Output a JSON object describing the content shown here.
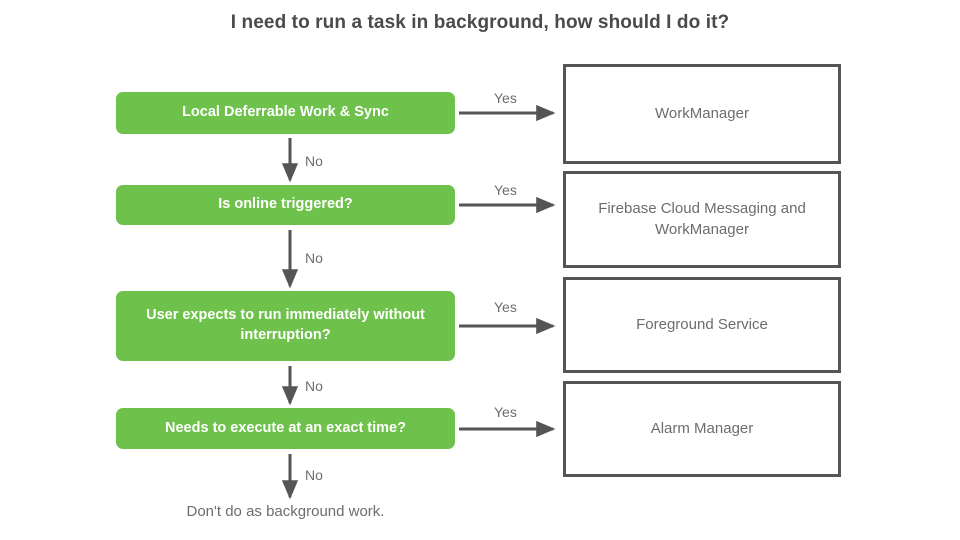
{
  "title": "I need to run a task in background, how should I do it?",
  "colors": {
    "decision_fill": "#6ec24c",
    "decision_text": "#ffffff",
    "outcome_border": "#555555",
    "outcome_text": "#6d6d6d",
    "arrow": "#555555",
    "title_text": "#4a4a4a",
    "background": "#ffffff"
  },
  "chart_data": {
    "type": "diagram",
    "diagram_kind": "decision-flowchart",
    "title": "I need to run a task in background, how should I do it?",
    "nodes": [
      {
        "id": "d1",
        "kind": "decision",
        "label": "Local Deferrable Work & Sync"
      },
      {
        "id": "d2",
        "kind": "decision",
        "label": "Is online triggered?"
      },
      {
        "id": "d3",
        "kind": "decision",
        "label": "User expects to run immediately without interruption?"
      },
      {
        "id": "d4",
        "kind": "decision",
        "label": "Needs to execute at an exact time?"
      },
      {
        "id": "o1",
        "kind": "outcome",
        "label": "WorkManager"
      },
      {
        "id": "o2",
        "kind": "outcome",
        "label": "Firebase Cloud Messaging and WorkManager"
      },
      {
        "id": "o3",
        "kind": "outcome",
        "label": "Foreground Service"
      },
      {
        "id": "o4",
        "kind": "outcome",
        "label": "Alarm Manager"
      },
      {
        "id": "t1",
        "kind": "terminal",
        "label": "Don't do as background work."
      }
    ],
    "edges": [
      {
        "from": "d1",
        "to": "o1",
        "label": "Yes",
        "direction": "right"
      },
      {
        "from": "d1",
        "to": "d2",
        "label": "No",
        "direction": "down"
      },
      {
        "from": "d2",
        "to": "o2",
        "label": "Yes",
        "direction": "right"
      },
      {
        "from": "d2",
        "to": "d3",
        "label": "No",
        "direction": "down"
      },
      {
        "from": "d3",
        "to": "o3",
        "label": "Yes",
        "direction": "right"
      },
      {
        "from": "d3",
        "to": "d4",
        "label": "No",
        "direction": "down"
      },
      {
        "from": "d4",
        "to": "o4",
        "label": "Yes",
        "direction": "right"
      },
      {
        "from": "d4",
        "to": "t1",
        "label": "No",
        "direction": "down"
      }
    ]
  },
  "decisions": [
    {
      "label": "Local Deferrable Work & Sync"
    },
    {
      "label": "Is online triggered?"
    },
    {
      "label": "User expects to run immediately without interruption?"
    },
    {
      "label": "Needs to execute at an exact time?"
    }
  ],
  "outcomes": [
    {
      "label": "WorkManager"
    },
    {
      "label": "Firebase Cloud Messaging and WorkManager"
    },
    {
      "label": "Foreground Service"
    },
    {
      "label": "Alarm Manager"
    }
  ],
  "edge_labels": {
    "yes": "Yes",
    "no": "No"
  },
  "terminal": {
    "label": "Don't do as background work."
  }
}
